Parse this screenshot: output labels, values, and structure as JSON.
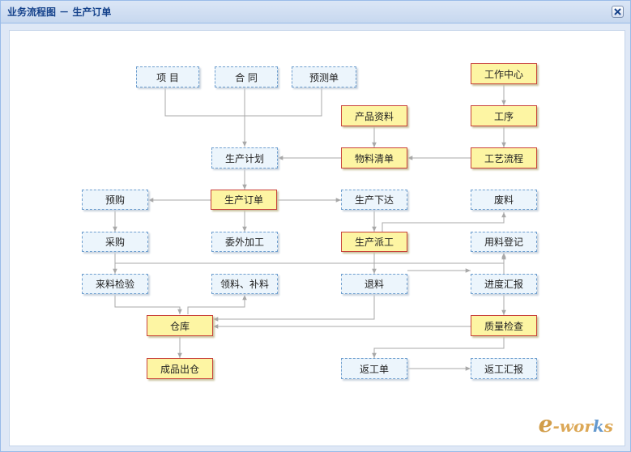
{
  "window": {
    "title": "业务流程图 － 生产订单"
  },
  "nodes": {
    "xiangmu": "项 目",
    "hetong": "合 同",
    "yucedan": "预测单",
    "gongzuozhongxin": "工作中心",
    "chanpinziliao": "产品资料",
    "gongxu": "工序",
    "shengchanjihua": "生产计划",
    "wuliaoqingdan": "物料清单",
    "gongyiliucheng": "工艺流程",
    "yugou": "预购",
    "shengchandingdan": "生产订单",
    "shengchanxiada": "生产下达",
    "feiliao": "废料",
    "caigou": "采购",
    "weiwaijiagong": "委外加工",
    "shengchanpaigong": "生产派工",
    "yongliaodengji": "用料登记",
    "lailiaojianyan": "来料检验",
    "lingliaobuliao": "领料、补料",
    "tuiliao": "退料",
    "jinduhuibao": "进度汇报",
    "cangku": "仓库",
    "zhiliangjiancha": "质量检查",
    "fangongdan": "返工单",
    "fangonghuibao": "返工汇报",
    "chengpinchucang": "成品出仓"
  },
  "colors": {
    "window_border": "#99bbe8",
    "title_text": "#15428b",
    "node_blue_fill": "#ecf5fc",
    "node_blue_border": "#6f9fcf",
    "node_yellow_fill": "#fdf5a3",
    "node_yellow_border": "#c8413a",
    "connector": "#a8a8a8"
  },
  "watermark": {
    "e": "e",
    "mid": "-wor",
    "k": "k",
    "s": "s"
  }
}
